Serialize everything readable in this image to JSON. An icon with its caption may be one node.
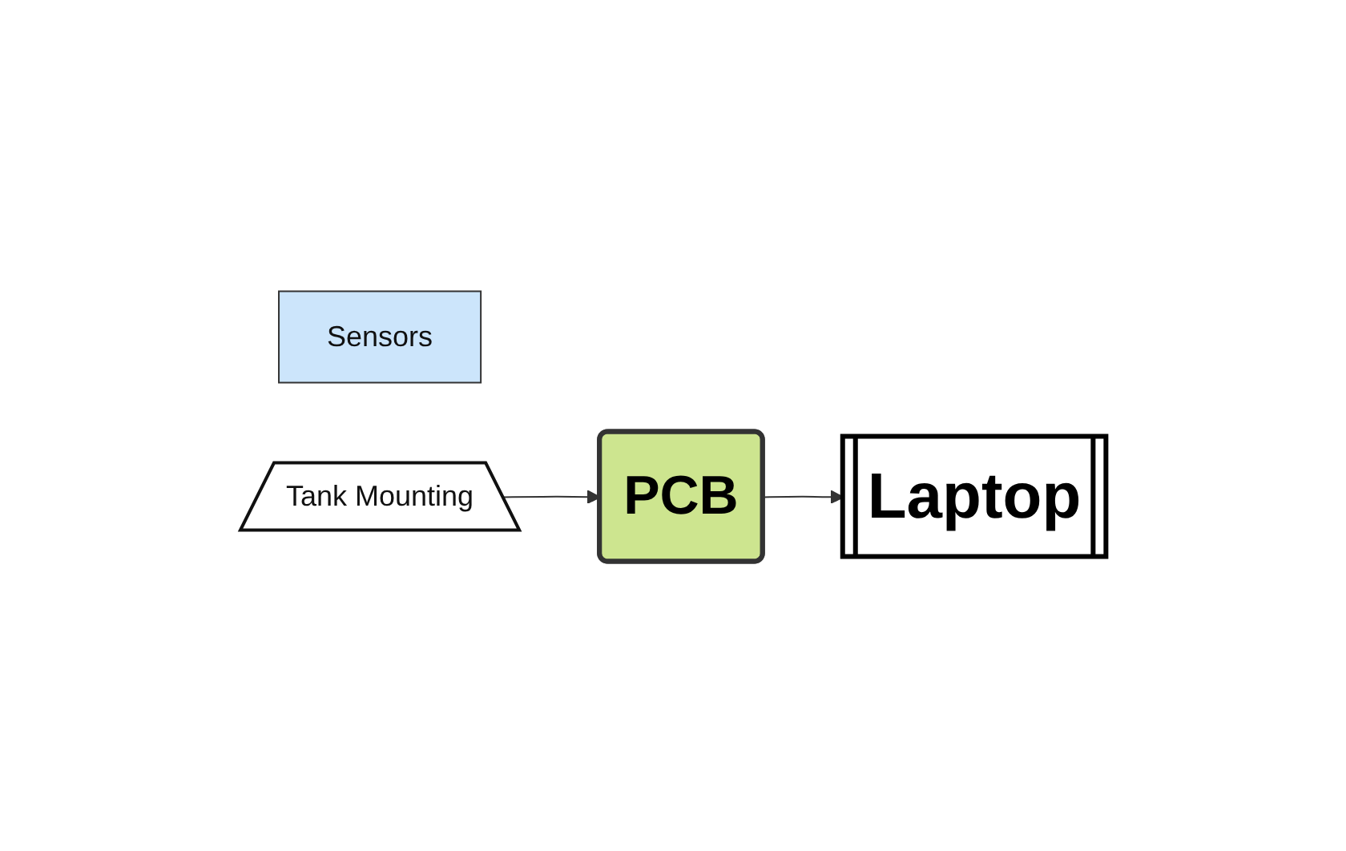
{
  "diagram": {
    "nodes": [
      {
        "text": [
          "Sensors"
        ]
      },
      {
        "text": [
          "Tank Mounting"
        ]
      },
      {
        "text": [
          "PCB"
        ]
      },
      {
        "text": [
          "Laptop"
        ]
      }
    ],
    "edges": [
      {
        "from": 1,
        "to": 2,
        "arrow": "to"
      },
      {
        "from": 2,
        "to": 3,
        "arrow": "to"
      }
    ]
  }
}
